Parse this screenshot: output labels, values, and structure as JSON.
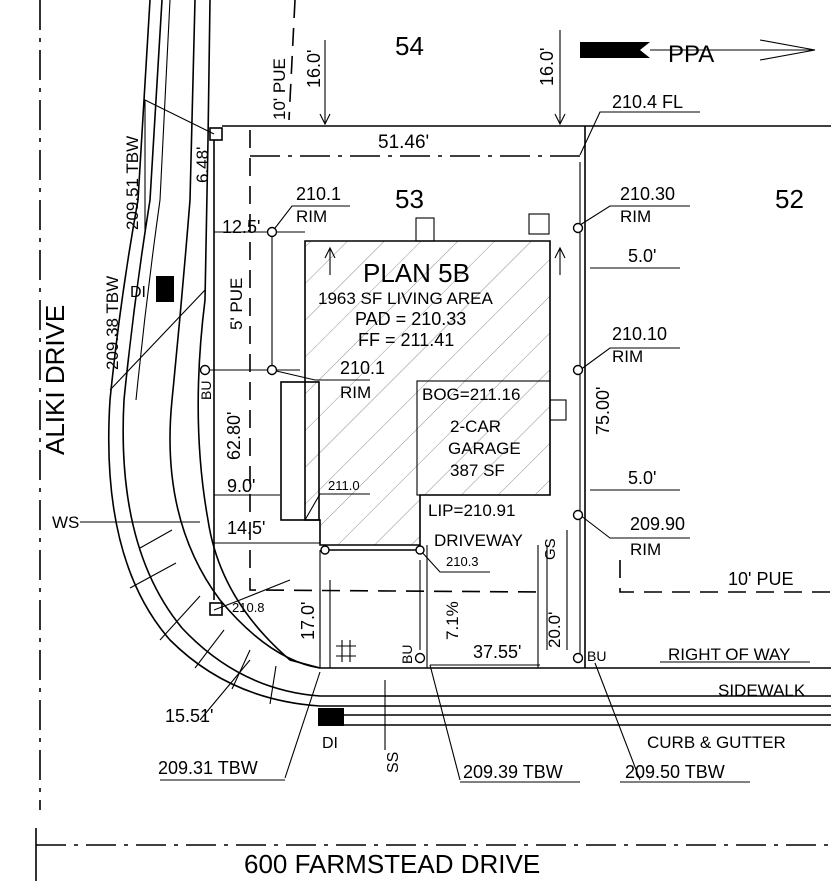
{
  "lots": {
    "north": "54",
    "subject": "53",
    "east": "52"
  },
  "plan": {
    "name": "PLAN 5B",
    "living_area": "1963 SF LIVING AREA",
    "pad": "PAD = 210.33",
    "ff": "FF = 211.41"
  },
  "garage": {
    "bog": "BOG=211.16",
    "line1": "2-CAR",
    "line2": "GARAGE",
    "area": "387 SF",
    "lip": "LIP=210.91"
  },
  "dimensions": {
    "lot_width": "51.46'",
    "side_setback_left": "12.5'",
    "side_setback_right_top": "5.0'",
    "side_setback_right_bottom": "5.0'",
    "lot_depth": "75.00'",
    "front_left_depth": "62.80'",
    "left_9": "9.0'",
    "left_14": "14.5'",
    "front_17": "17.0'",
    "driveway_slope": "7.1%",
    "front_width": "37.55'",
    "front_20": "20.0'",
    "north_16_left": "16.0'",
    "north_16_right": "16.0'",
    "corner_648": "6.48'",
    "curve_1551": "15.51'"
  },
  "elevations": {
    "fl": "210.4 FL",
    "rim_210_1_top": "210.1",
    "rim_210_30": "210.30",
    "rim_210_1_mid": "210.1",
    "rim_210_10": "210.10",
    "rim_209_90": "209.90",
    "corner_211_0": "211.0",
    "walk_210_3": "210.3",
    "sw_210_8": "210.8",
    "tbw_209_51": "209.51 TBW",
    "tbw_209_38": "209.38 TBW",
    "tbw_209_31": "209.31 TBW",
    "tbw_209_39": "209.39 TBW",
    "tbw_209_50": "209.50 TBW"
  },
  "labels": {
    "rim": "RIM",
    "pue_10_top": "10' PUE",
    "pue_5": "5' PUE",
    "pue_10_right": "10' PUE",
    "driveway": "DRIVEWAY",
    "right_of_way": "RIGHT OF WAY",
    "sidewalk": "SIDEWALK",
    "curb_gutter": "CURB & GUTTER",
    "di": "DI",
    "bu": "BU",
    "ws": "WS",
    "ss": "SS",
    "gs": "GS",
    "ppa": "PPA"
  },
  "streets": {
    "west": "ALIKI DRIVE",
    "south": "600 FARMSTEAD DRIVE"
  },
  "colors": {
    "line": "#000000",
    "background": "#ffffff"
  }
}
